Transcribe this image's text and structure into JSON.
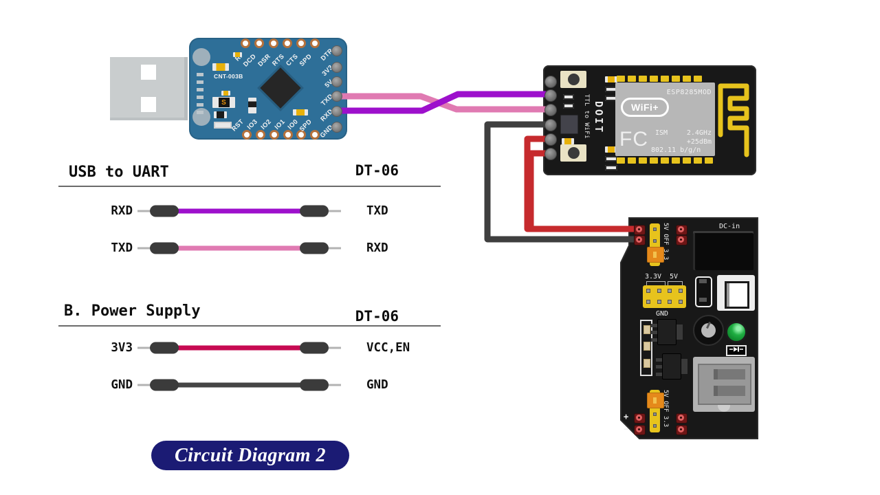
{
  "colors": {
    "wire_pink": "#e07ab2",
    "wire_purple": "#9d10cc",
    "wire_red": "#c62a2d",
    "wire_crimson": "#c60a52",
    "wire_dark": "#3f3f3f",
    "board_blue": "#2e6f98",
    "board_black": "#181818",
    "shield_gray": "#b7b7b7",
    "pad_yellow": "#e7c31d",
    "badge_navy": "#1b1b74"
  },
  "usb_uart_board": {
    "silk_label": "CNT-003B",
    "smd_marking": "S",
    "top_pins": [
      "RI",
      "DCD",
      "DSR",
      "RTS",
      "CTS",
      "SPD"
    ],
    "bottom_pins": [
      "RST",
      "IO3",
      "IO2",
      "IO1",
      "IO0",
      "SPD"
    ],
    "right_pins": [
      "DTR",
      "3V3",
      "5V",
      "TXD",
      "RXD",
      "GND"
    ]
  },
  "dt06_board": {
    "silk_vertical": "TTL to WiFi",
    "brand": "DOIT",
    "shield": {
      "model": "ESP8285MOD",
      "logo": "WiFi+",
      "cert_mark": "FC",
      "band": "ISM",
      "frequency": "2.4GHz",
      "tx_power": "+25dBm",
      "standard": "802.11 b/g/n"
    }
  },
  "power_supply_board": {
    "dc_in_label": "DC-in",
    "rail_3v3": "3.3V",
    "rail_5v": "5V",
    "rail_gnd": "GND",
    "jumper_top_label": "5V OFF 3.3",
    "jumper_bottom_label": "5V OFF 3.3",
    "plus_label": "+",
    "minus_label": "−"
  },
  "wiring_tables": [
    {
      "left_header": "USB to UART",
      "right_header": "DT-06",
      "rows": [
        {
          "left": "RXD",
          "right": "TXD",
          "wire_color": "#9d10cc"
        },
        {
          "left": "TXD",
          "right": "RXD",
          "wire_color": "#e07ab2"
        }
      ]
    },
    {
      "left_header": "B. Power Supply",
      "right_header": "DT-06",
      "rows": [
        {
          "left": "3V3",
          "right": "VCC,EN",
          "wire_color": "#c60a52"
        },
        {
          "left": "GND",
          "right": "GND",
          "wire_color": "#454545"
        }
      ]
    }
  ],
  "badge": {
    "label": "Circuit Diagram 2"
  }
}
